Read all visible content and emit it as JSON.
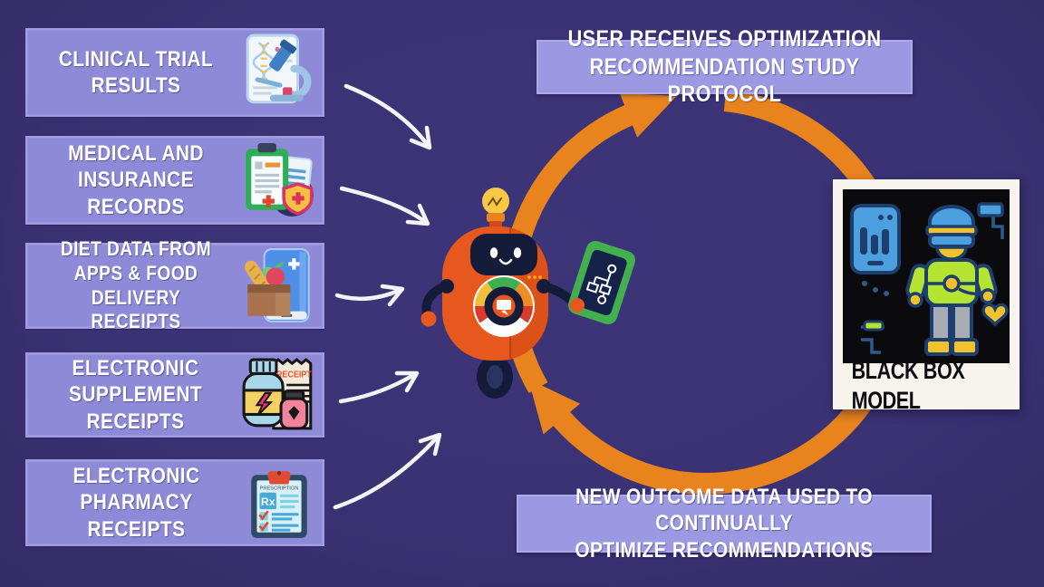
{
  "theme": {
    "background": "#3a3273",
    "panel_purple": "#8e8ad8",
    "banner_purple": "#9c98e2",
    "accent_orange": "#e8831d",
    "robot_orange": "#e7581f",
    "text_white": "#ffffff"
  },
  "sources": [
    {
      "label": "CLINICAL TRIAL\nRESULTS",
      "icon": "clinical-trial-icon"
    },
    {
      "label": "MEDICAL AND\nINSURANCE RECORDS",
      "icon": "medical-insurance-icon"
    },
    {
      "label": "DIET DATA FROM\nAPPS & FOOD\nDELIVERY RECEIPTS",
      "icon": "diet-data-icon"
    },
    {
      "label": "ELECTRONIC\nSUPPLEMENT\nRECEIPTS",
      "icon": "supplement-receipts-icon",
      "receipt_title": "RECEIPT",
      "dollar_sign": "$"
    },
    {
      "label": "ELECTRONIC\nPHARMACY\nRECEIPTS",
      "icon": "pharmacy-receipts-icon",
      "prescription_title": "PRESCRIPTION",
      "rx_label": "Rx"
    }
  ],
  "cycle": {
    "top_banner": "USER RECEIVES OPTIMIZATION\nRECOMMENDATION STUDY PROTOCOL",
    "bottom_banner": "NEW OUTCOME DATA USED TO CONTINUALLY\nOPTIMIZE RECOMMENDATIONS"
  },
  "model_card": {
    "caption": "BLACK BOX MODEL"
  }
}
